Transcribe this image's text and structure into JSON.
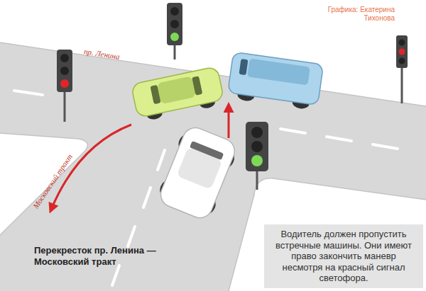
{
  "diagram": {
    "title": "Перекресток пр. Ленина — Московский тракт",
    "nodes": [
      {
        "text": [
          "Водитель должен пропустить встречные машины. Они имеют право закончить маневр несмотря на красный сигнал светофора."
        ]
      }
    ],
    "labels": [
      "пр. Ленина",
      "Московский тракт",
      "Графика: Екатерина Тихонова"
    ]
  }
}
